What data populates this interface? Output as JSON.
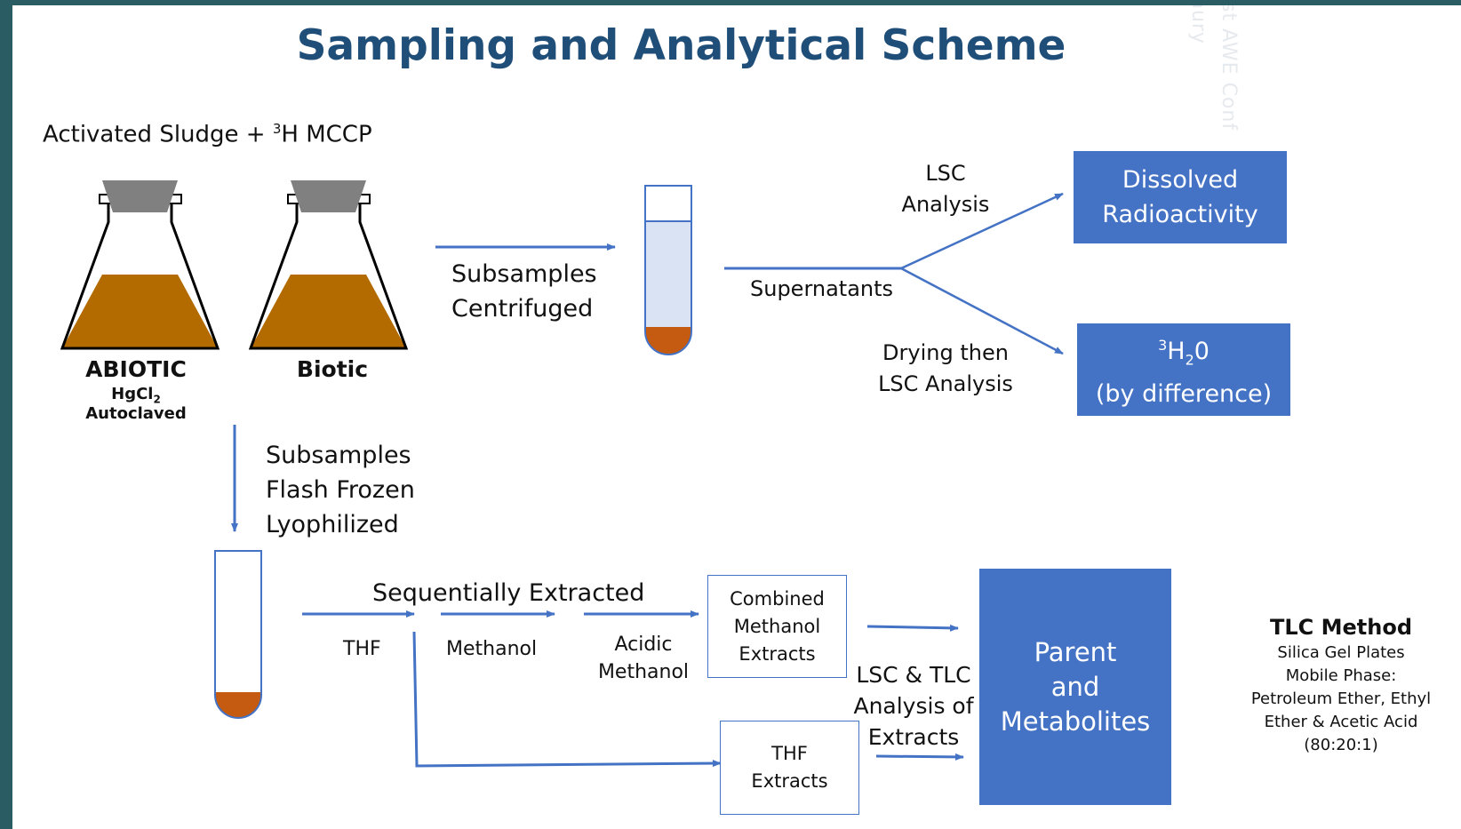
{
  "title": "Sampling and Analytical Scheme",
  "header_label": {
    "prefix": "Activated Sludge + ",
    "sup": "3",
    "suffix": "H MCCP"
  },
  "flasks": {
    "abiotic_label": "ABIOTIC",
    "abiotic_sub1_main": "HgCl",
    "abiotic_sub1_sub": "2",
    "abiotic_sub2": "Autoclaved",
    "biotic_label": "Biotic"
  },
  "centrifuge": {
    "line1": "Subsamples",
    "line2": "Centrifuged"
  },
  "supernatants": "Supernatants",
  "lsc_analysis": {
    "line1": "LSC",
    "line2": "Analysis"
  },
  "drying": {
    "line1": "Drying then",
    "line2": "LSC Analysis"
  },
  "dissolved_box": {
    "line1": "Dissolved",
    "line2": "Radioactivity"
  },
  "water_box": {
    "sup": "3",
    "h": "H",
    "sub": "2",
    "o": "0",
    "line2": "(by difference)"
  },
  "frozen": {
    "line1": "Subsamples",
    "line2": "Flash Frozen",
    "line3": "Lyophilized"
  },
  "extracted": "Sequentially Extracted",
  "solvents": {
    "thf": "THF",
    "methanol": "Methanol",
    "acidic1": "Acidic",
    "acidic2": "Methanol"
  },
  "combined_box": {
    "line1": "Combined",
    "line2": "Methanol",
    "line3": "Extracts"
  },
  "thf_box": {
    "line1": "THF",
    "line2": "Extracts"
  },
  "lsc_tlc": {
    "line1": "LSC & TLC",
    "line2": "Analysis of",
    "line3": "Extracts"
  },
  "parent_box": {
    "line1": "Parent",
    "line2": "and",
    "line3": "Metabolites"
  },
  "tlc": {
    "title": "TLC Method",
    "line1": "Silica Gel Plates",
    "line2": "Mobile Phase:",
    "line3": "Petroleum Ether, Ethyl",
    "line4": "Ether & Acetic Acid",
    "line5": "(80:20:1)"
  },
  "watermark": {
    "a": "nury",
    "b": "st AWE Conf"
  },
  "colors": {
    "accent": "#4472c4",
    "title": "#1f4e79",
    "sludge": "#b36b00",
    "pellet": "#c55a11",
    "frame": "#2a5d63"
  }
}
